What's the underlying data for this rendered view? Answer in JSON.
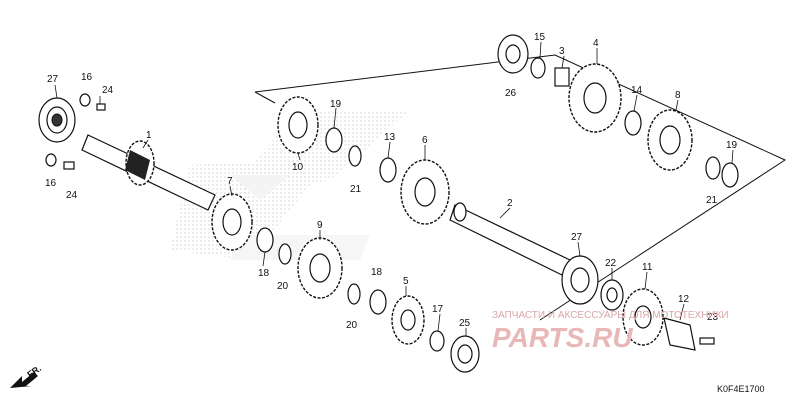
{
  "diagram": {
    "part_labels": [
      {
        "id": "p27a",
        "text": "27"
      },
      {
        "id": "p16a",
        "text": "16"
      },
      {
        "id": "p24a",
        "text": "24"
      },
      {
        "id": "p1",
        "text": "1"
      },
      {
        "id": "p16b",
        "text": "16"
      },
      {
        "id": "p24b",
        "text": "24"
      },
      {
        "id": "p19a",
        "text": "19"
      },
      {
        "id": "p10",
        "text": "10"
      },
      {
        "id": "p13",
        "text": "13"
      },
      {
        "id": "p21a",
        "text": "21"
      },
      {
        "id": "p6",
        "text": "6"
      },
      {
        "id": "p7",
        "text": "7"
      },
      {
        "id": "p18a",
        "text": "18"
      },
      {
        "id": "p20a",
        "text": "20"
      },
      {
        "id": "p9",
        "text": "9"
      },
      {
        "id": "p18b",
        "text": "18"
      },
      {
        "id": "p20b",
        "text": "20"
      },
      {
        "id": "p5",
        "text": "5"
      },
      {
        "id": "p17",
        "text": "17"
      },
      {
        "id": "p25",
        "text": "25"
      },
      {
        "id": "p2",
        "text": "2"
      },
      {
        "id": "p27b",
        "text": "27"
      },
      {
        "id": "p22",
        "text": "22"
      },
      {
        "id": "p11",
        "text": "11"
      },
      {
        "id": "p12",
        "text": "12"
      },
      {
        "id": "p23",
        "text": "23"
      },
      {
        "id": "p26",
        "text": "26"
      },
      {
        "id": "p15",
        "text": "15"
      },
      {
        "id": "p3",
        "text": "3"
      },
      {
        "id": "p4",
        "text": "4"
      },
      {
        "id": "p14",
        "text": "14"
      },
      {
        "id": "p8",
        "text": "8"
      },
      {
        "id": "p19b",
        "text": "19"
      },
      {
        "id": "p21b",
        "text": "21"
      }
    ],
    "direction_label": "FR.",
    "diagram_code": "K0F4E1700",
    "watermark_text": "ЗАПЧАСТИ И АКСЕССУАРЫ ДЛЯ МОТОТЕХНИКИ",
    "watermark_logo": "PARTS.RU"
  }
}
